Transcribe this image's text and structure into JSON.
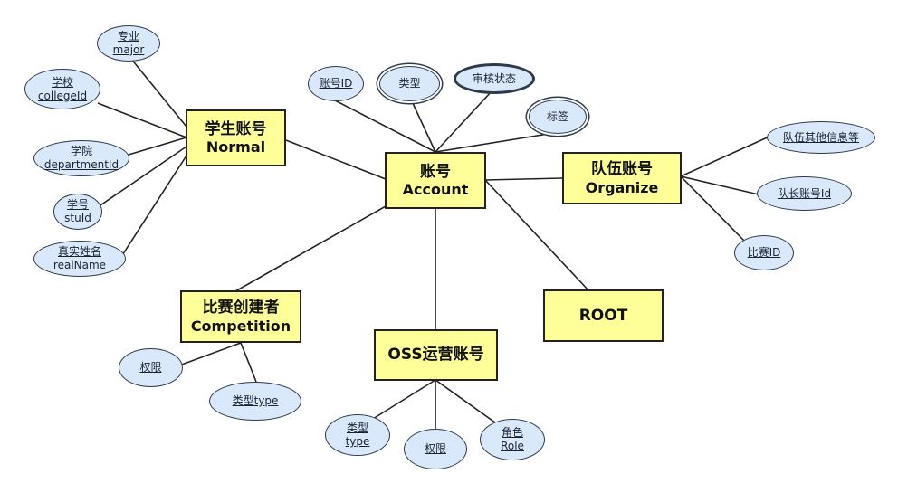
{
  "colors": {
    "entity_fill": "#ffff99",
    "attribute_fill": "#dae8fc",
    "line": "#222222"
  },
  "entities": {
    "account": {
      "zh": "账号",
      "en": "Account"
    },
    "normal": {
      "zh": "学生账号",
      "en": "Normal"
    },
    "organize": {
      "zh": "队伍账号",
      "en": "Organize"
    },
    "competition": {
      "zh": "比赛创建者",
      "en": "Competition"
    },
    "oss": {
      "zh": "OSS运营账号"
    },
    "root": {
      "zh": "ROOT"
    }
  },
  "attributes": {
    "account_id": {
      "l1": "账号ID"
    },
    "account_type": {
      "l1": "类型"
    },
    "audit_status": {
      "l1": "审核状态"
    },
    "tag": {
      "l1": "标签"
    },
    "major": {
      "l1": "专业",
      "l2": "major"
    },
    "college": {
      "l1": "学校",
      "l2": "collegeId"
    },
    "department": {
      "l1": "学院",
      "l2": "departmentId"
    },
    "stu_id": {
      "l1": "学号",
      "l2": "stuId"
    },
    "real_name": {
      "l1": "真实姓名",
      "l2": "realName"
    },
    "team_info": {
      "l1": "队伍其他信息等"
    },
    "captain_id": {
      "l1": "队长账号Id"
    },
    "match_id": {
      "l1": "比赛ID"
    },
    "comp_permission": {
      "l1": "权限"
    },
    "comp_type": {
      "l1": "类型type"
    },
    "oss_type": {
      "l1": "类型",
      "l2": "type"
    },
    "oss_permission": {
      "l1": "权限"
    },
    "oss_role": {
      "l1": "角色",
      "l2": "Role"
    }
  }
}
